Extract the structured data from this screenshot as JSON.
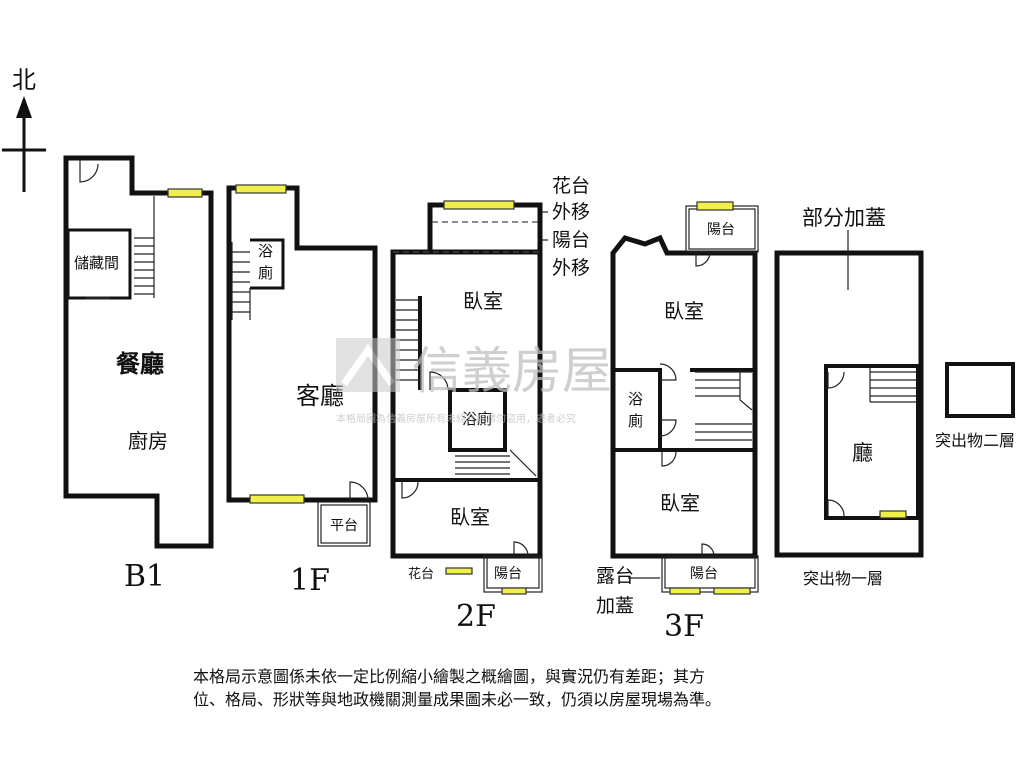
{
  "compass": {
    "label": "北"
  },
  "floors": {
    "b1": "B1",
    "f1": "1F",
    "f2": "2F",
    "f3": "3F"
  },
  "rooms": {
    "b1_storage": "儲藏間",
    "b1_dining": "餐廳",
    "b1_kitchen": "廚房",
    "f1_bath_1": "浴",
    "f1_bath_2": "廁",
    "f1_living": "客廳",
    "f1_platform": "平台",
    "f2_planter_1": "花台",
    "f2_planter_2": "外移",
    "f2_balcony_1": "陽台",
    "f2_balcony_2": "外移",
    "f2_bedroom_north": "臥室",
    "f2_bathroom": "浴廁",
    "f2_bedroom_south": "臥室",
    "f2_planter_south": "花台",
    "f2_balcony_south": "陽台",
    "f3_balcony_north": "陽台",
    "f3_bedroom_north": "臥室",
    "f3_bath_1": "浴",
    "f3_bath_2": "廁",
    "f3_bedroom_south": "臥室",
    "f3_terrace_1": "露台",
    "f3_terrace_2": "加蓋",
    "f3_balcony_south": "陽台",
    "roof_partial_1": "部分加蓋",
    "roof_hall": "廳",
    "roof_level1": "突出物一層",
    "roof_level2": "突出物二層"
  },
  "watermark": {
    "brand": "信義房屋",
    "notice": "本格局圖為信義房屋所有未經允許請勿盜用，違者必究"
  },
  "disclaimer": {
    "line1": "本格局示意圖係未依一定比例縮小繪製之概繪圖，與實況仍有差距；其方",
    "line2": "位、格局、形狀等與地政機關測量成果圖未必一致，仍須以房屋現場為準。"
  },
  "colors": {
    "wall": "#111111",
    "window": "#f1ef4a",
    "watermark": "#bfbfbf"
  }
}
